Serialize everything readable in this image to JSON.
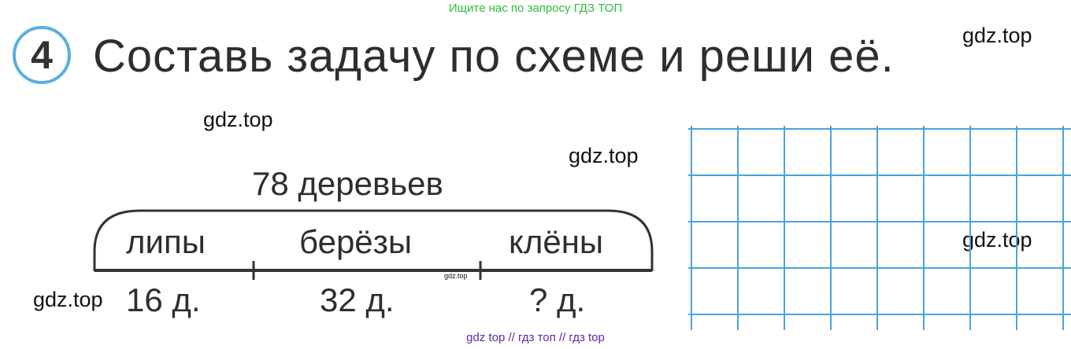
{
  "header_note": "Ищите нас по запросу ГДЗ ТОП",
  "footer_note": "gdz top  //  гдз топ  //  гдз top",
  "task": {
    "number": "4",
    "text": "Составь задачу по схеме и реши её."
  },
  "watermarks": [
    "gdz.top",
    "gdz.top",
    "gdz.top",
    "gdz.top",
    "gdz.top",
    "gdz.top"
  ],
  "scheme": {
    "total_label": "78 деревьев",
    "parts": [
      {
        "name": "липы",
        "value": "16 д."
      },
      {
        "name": "берёзы",
        "value": "32 д."
      },
      {
        "name": "клёны",
        "value": "? д."
      }
    ]
  },
  "colors": {
    "grid": "#4aa3dc",
    "circle": "#5aaee0",
    "header_note": "#2bbf3a",
    "footer_note": "#5a2aa8"
  }
}
